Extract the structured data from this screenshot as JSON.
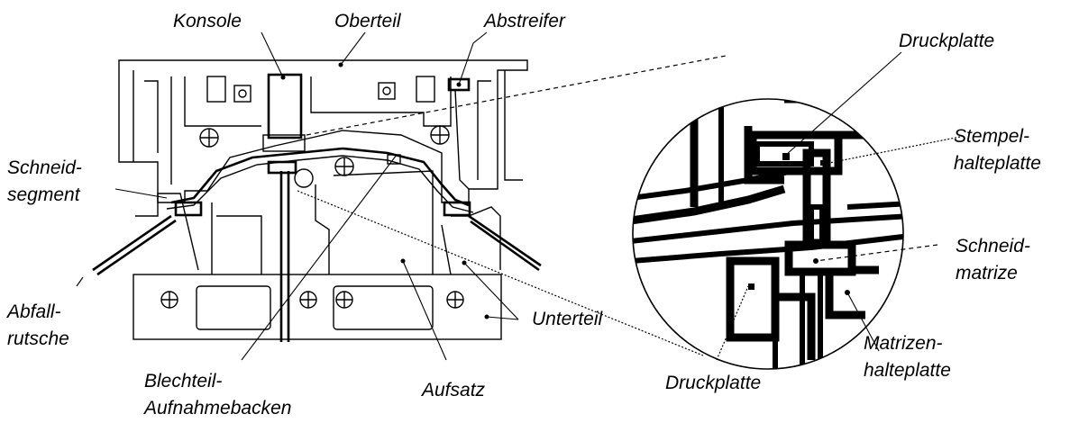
{
  "labels": {
    "konsole": "Konsole",
    "oberteil": "Oberteil",
    "abstreifer": "Abstreifer",
    "schneidsegment_1": "Schneid-",
    "schneidsegment_2": "segment",
    "abfallrutsche_1": "Abfall-",
    "abfallrutsche_2": "rutsche",
    "blechteil_1": "Blechteil-",
    "blechteil_2": "Aufnahmebacken",
    "aufsatz": "Aufsatz",
    "unterteil": "Unterteil",
    "druckplatte_top": "Druckplatte",
    "stempel_1": "Stempel-",
    "stempel_2": "halteplatte",
    "schneidmatrize_1": "Schneid-",
    "schneidmatrize_2": "matrize",
    "matrizen_1": "Matrizen-",
    "matrizen_2": "halteplatte",
    "druckplatte_bottom": "Druckplatte"
  }
}
